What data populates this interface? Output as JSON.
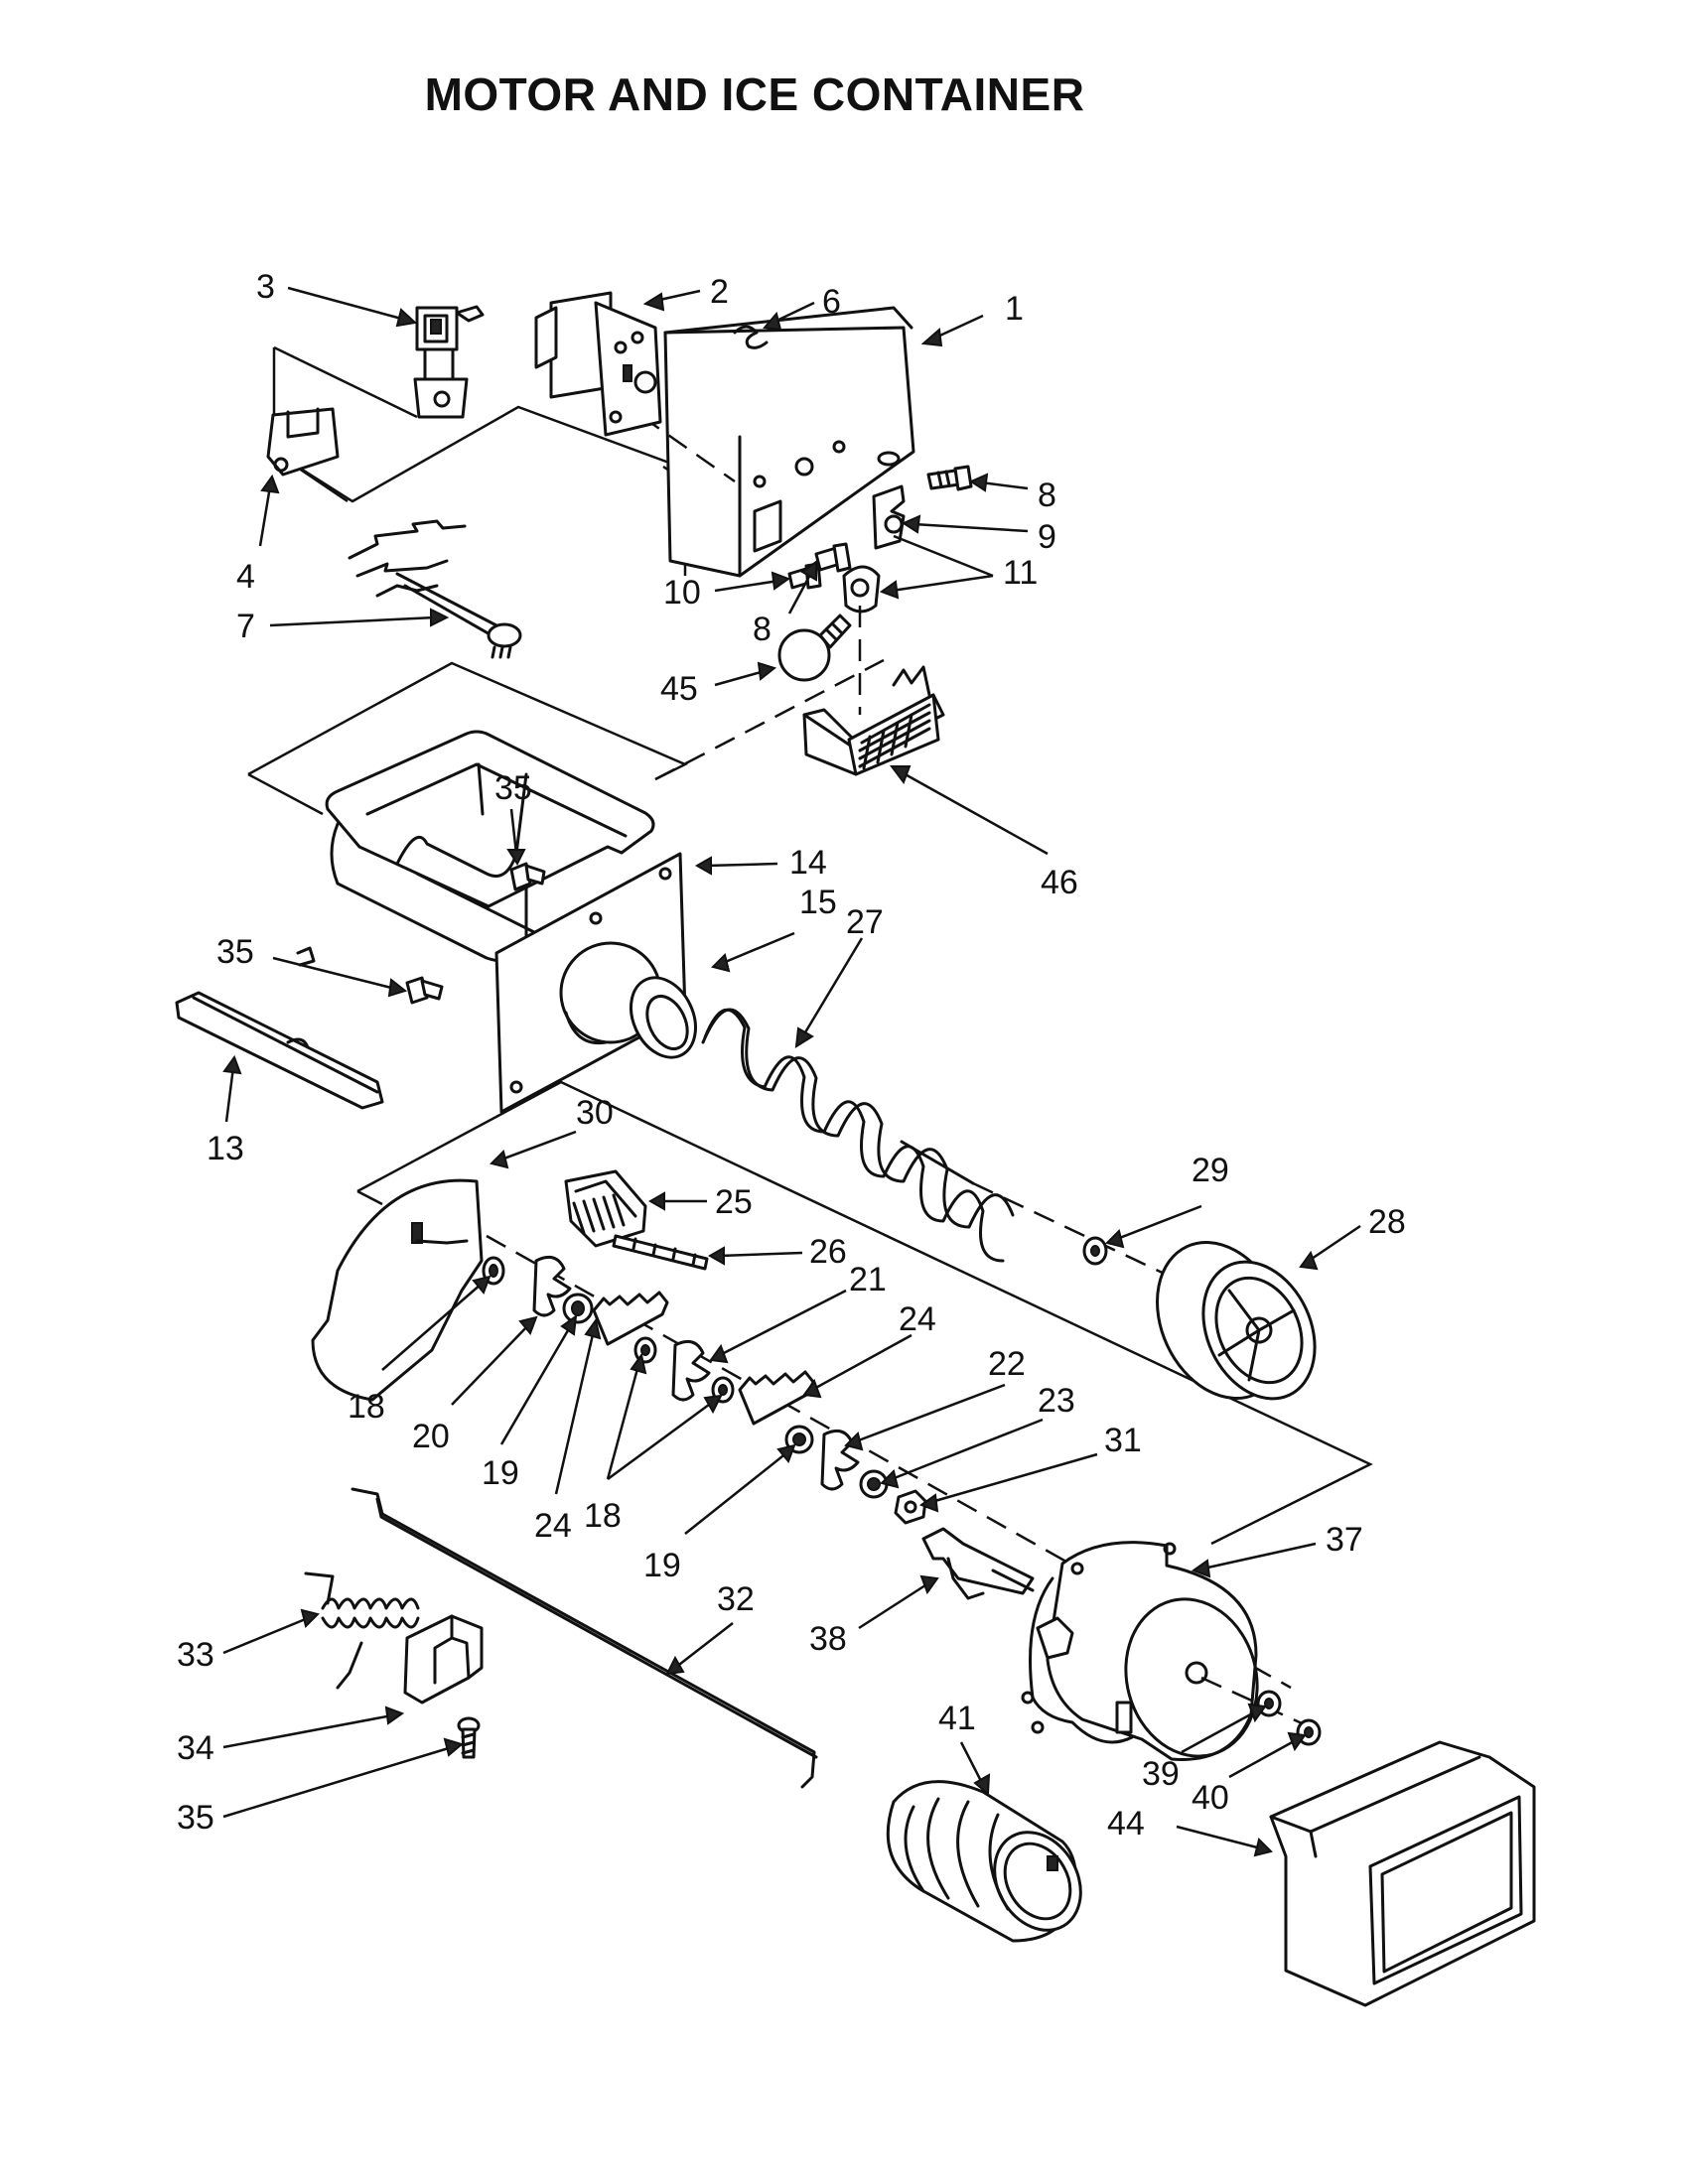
{
  "title": "MOTOR AND ICE CONTAINER",
  "callouts": [
    {
      "id": "1",
      "label": "1"
    },
    {
      "id": "2",
      "label": "2"
    },
    {
      "id": "3",
      "label": "3"
    },
    {
      "id": "4",
      "label": "4"
    },
    {
      "id": "6",
      "label": "6"
    },
    {
      "id": "7",
      "label": "7"
    },
    {
      "id": "8a",
      "label": "8"
    },
    {
      "id": "8b",
      "label": "8"
    },
    {
      "id": "9",
      "label": "9"
    },
    {
      "id": "10",
      "label": "10"
    },
    {
      "id": "11",
      "label": "11"
    },
    {
      "id": "13",
      "label": "13"
    },
    {
      "id": "14",
      "label": "14"
    },
    {
      "id": "15",
      "label": "15"
    },
    {
      "id": "18a",
      "label": "18"
    },
    {
      "id": "18b",
      "label": "18"
    },
    {
      "id": "19a",
      "label": "19"
    },
    {
      "id": "19b",
      "label": "19"
    },
    {
      "id": "20",
      "label": "20"
    },
    {
      "id": "21",
      "label": "21"
    },
    {
      "id": "22",
      "label": "22"
    },
    {
      "id": "23",
      "label": "23"
    },
    {
      "id": "24a",
      "label": "24"
    },
    {
      "id": "24b",
      "label": "24"
    },
    {
      "id": "25",
      "label": "25"
    },
    {
      "id": "26",
      "label": "26"
    },
    {
      "id": "27",
      "label": "27"
    },
    {
      "id": "28",
      "label": "28"
    },
    {
      "id": "29",
      "label": "29"
    },
    {
      "id": "30",
      "label": "30"
    },
    {
      "id": "31",
      "label": "31"
    },
    {
      "id": "32",
      "label": "32"
    },
    {
      "id": "33",
      "label": "33"
    },
    {
      "id": "34",
      "label": "34"
    },
    {
      "id": "35a",
      "label": "35"
    },
    {
      "id": "35b",
      "label": "35"
    },
    {
      "id": "35c",
      "label": "35"
    },
    {
      "id": "37",
      "label": "37"
    },
    {
      "id": "38",
      "label": "38"
    },
    {
      "id": "39",
      "label": "39"
    },
    {
      "id": "40",
      "label": "40"
    },
    {
      "id": "41",
      "label": "41"
    },
    {
      "id": "44",
      "label": "44"
    },
    {
      "id": "45",
      "label": "45"
    },
    {
      "id": "46",
      "label": "46"
    }
  ]
}
